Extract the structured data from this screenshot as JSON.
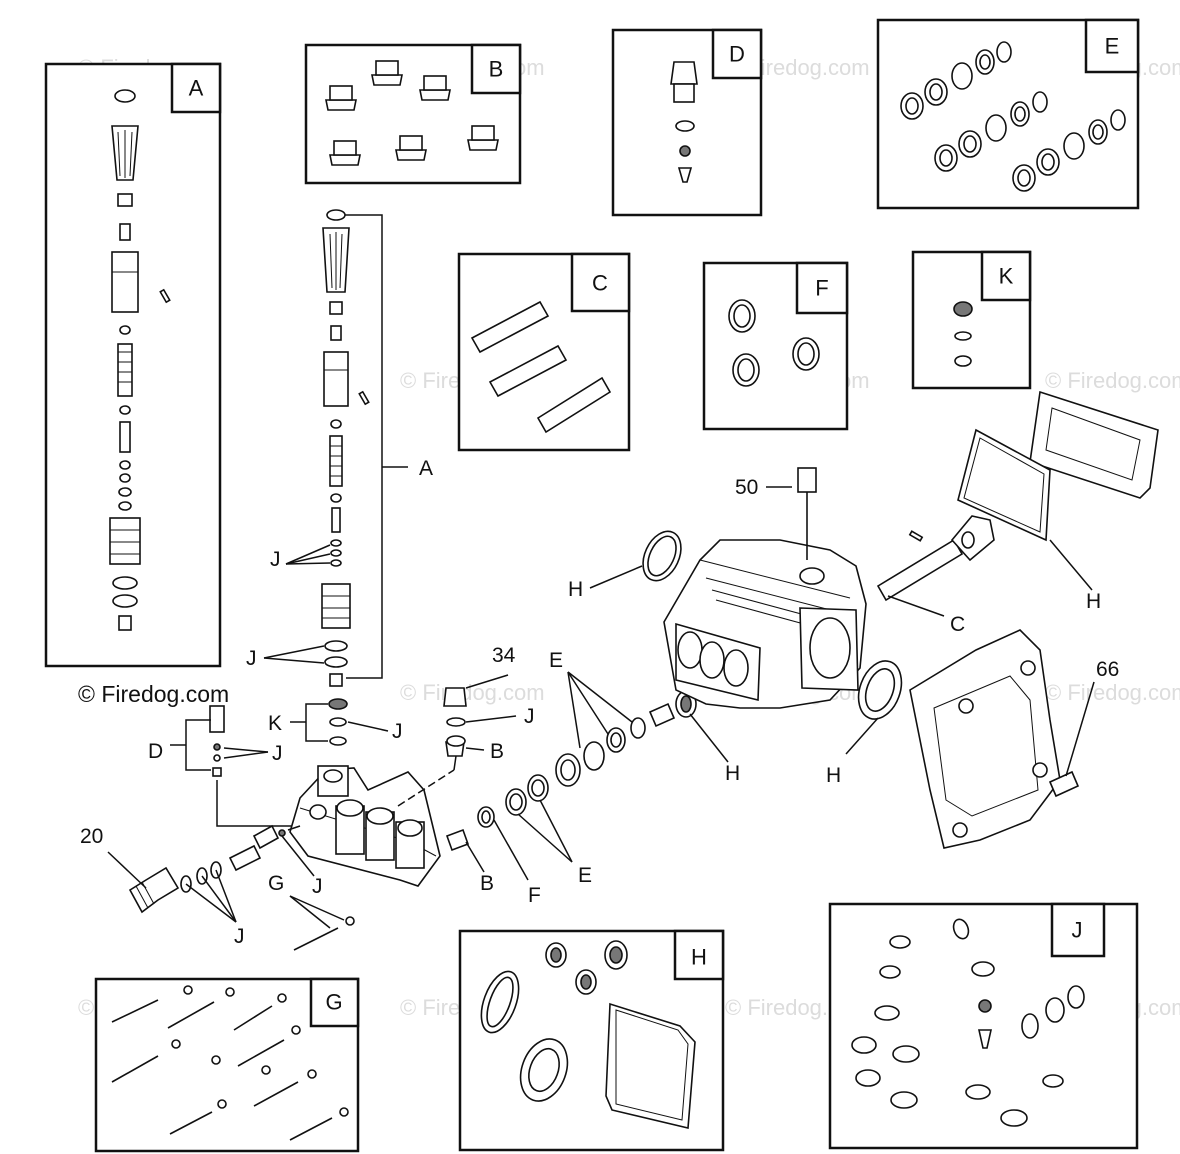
{
  "watermark": "© Firedog.com",
  "copyright": "© Firedog.com",
  "kit_labels": [
    "A",
    "B",
    "C",
    "D",
    "E",
    "F",
    "G",
    "H",
    "J",
    "K"
  ],
  "callouts": {
    "n50": "50",
    "n34": "34",
    "n66": "66",
    "n20": "20",
    "A": "A",
    "J1": "J",
    "J2": "J",
    "J3": "J",
    "J4": "J",
    "J5": "J",
    "J6": "J",
    "J7": "J",
    "K": "K",
    "D": "D",
    "B1": "B",
    "B2": "B",
    "E1": "E",
    "E2": "E",
    "F": "F",
    "G": "G",
    "H1": "H",
    "H2": "H",
    "H3": "H",
    "H4": "H",
    "C": "C"
  }
}
